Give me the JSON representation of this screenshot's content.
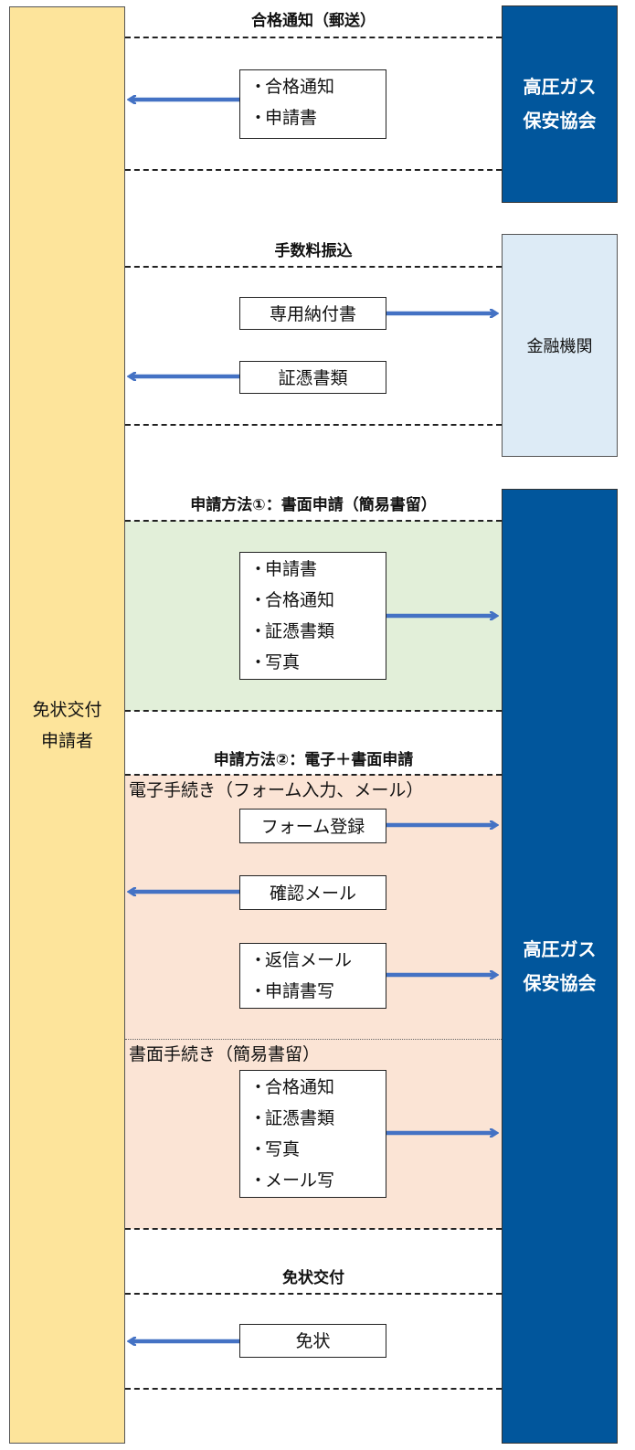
{
  "applicant": {
    "line1": "免状交付",
    "line2": "申請者"
  },
  "association_top": {
    "line1": "高圧ガス",
    "line2": "保安協会"
  },
  "association_bottom": {
    "line1": "高圧ガス",
    "line2": "保安協会"
  },
  "bank": {
    "label": "金融機関"
  },
  "sections": {
    "notice": {
      "title": "合格通知（郵送）",
      "items": [
        "合格通知",
        "申請書"
      ]
    },
    "fee": {
      "title": "手数料振込",
      "to_bank": "専用納付書",
      "from_bank": "証憑書類"
    },
    "method1": {
      "title": "申請方法①：書面申請（簡易書留）",
      "items": [
        "申請書",
        "合格通知",
        "証憑書類",
        "写真"
      ]
    },
    "method2": {
      "title": "申請方法②：電子＋書面申請",
      "electronic_label": "電子手続き（フォーム入力、メール）",
      "form": "フォーム登録",
      "confirm": "確認メール",
      "reply_items": [
        "返信メール",
        "申請書写"
      ],
      "paper_label": "書面手続き（簡易書留）",
      "paper_items": [
        "合格通知",
        "証憑書類",
        "写真",
        "メール写"
      ]
    },
    "license": {
      "title": "免状交付",
      "item": "免状"
    }
  },
  "bullet": "・",
  "colors": {
    "applicant": "#fde49b",
    "association": "#01569c",
    "bank": "#ddebf6",
    "method1_bg": "#e2efd9",
    "method2_bg": "#fbe4d5",
    "arrow": "#4472c4"
  }
}
